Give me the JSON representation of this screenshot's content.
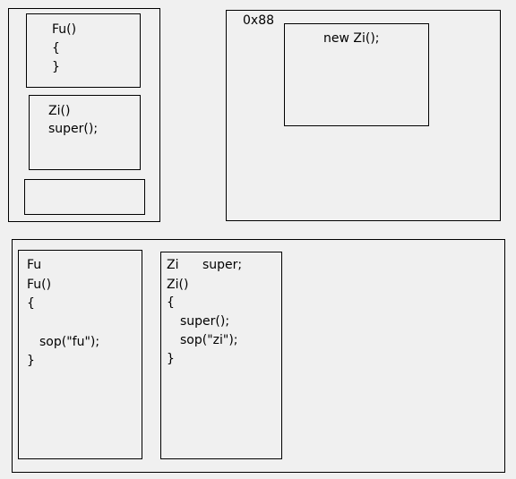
{
  "stack": {
    "fu_frame": {
      "lines": [
        "Fu()",
        "{",
        "}"
      ]
    },
    "zi_frame": {
      "lines": [
        "Zi()",
        "super();"
      ]
    }
  },
  "heap": {
    "address": "0x88",
    "object": {
      "label": "new Zi();"
    }
  },
  "method_area": {
    "fu_class": {
      "lines": [
        "Fu",
        "Fu()",
        "{",
        "sop(\"fu\");",
        "}"
      ]
    },
    "zi_class": {
      "header_name": "Zi",
      "header_field": "super;",
      "lines": [
        "Zi()",
        "{",
        "super();",
        "sop(\"zi\");",
        "}"
      ]
    }
  }
}
